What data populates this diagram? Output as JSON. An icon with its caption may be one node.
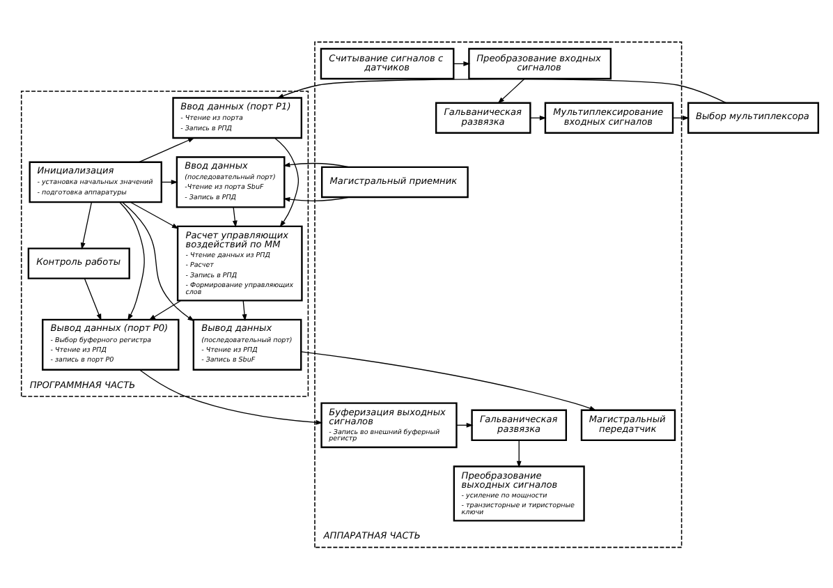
{
  "diagram": {
    "nodes": [
      {
        "text": [
          "АППАРАТНАЯ ЧАСТЬ"
        ]
      },
      {
        "text": [
          "ПРОГРАММНАЯ ЧАСТЬ"
        ]
      },
      {
        "text": [
          "Гальваническая развязка"
        ],
        "in": 0
      },
      {
        "text": [
          "Мультиплексирование входных сигналов"
        ],
        "in": 0
      },
      {
        "text": [
          "Выбор мультиплексора"
        ]
      },
      {
        "text": [
          "Ввод данных (порт P1)",
          "- Чтение из порта",
          "- Запись в РПД"
        ],
        "in": 1
      },
      {
        "text": [
          "Преобразование входных сигналов"
        ],
        "in": 0
      },
      {
        "text": [
          "Ввод данных",
          "(последовательный порт)",
          "-Чтение из порта SbuF",
          "- Запись в РПД"
        ],
        "in": 1
      },
      {
        "text": [
          "Считывание сигналов с датчиков"
        ],
        "in": 0
      },
      {
        "text": [
          "Магистральный приемник"
        ],
        "in": 0
      },
      {
        "text": [
          "Расчет управляющих воздействий по ММ",
          "- Чтение данных из РПД",
          "- Расчет",
          "- Запись в РПД",
          "- Формирование управляющих слов"
        ],
        "in": 1
      },
      {
        "text": [
          "Инициализация",
          "- установка начальных значений",
          "- подготовка аппаратуры"
        ],
        "in": 1
      },
      {
        "text": [
          "Магистральный передатчик"
        ],
        "in": 0
      },
      {
        "text": [
          "Преобразование выходных сигналов",
          "- усиление по мощности",
          "- транзисторные и тиристорные ключи"
        ],
        "in": 0
      },
      {
        "text": [
          "Вывод данных",
          "(последовательный порт)",
          "- Чтение из РПД",
          "- Запись в SbuF"
        ],
        "in": 1
      },
      {
        "text": [
          "Контроль работы"
        ],
        "in": 1
      },
      {
        "text": [
          "Гальваническая развязка"
        ],
        "in": 0
      },
      {
        "text": [
          "Буферизация выходных сигналов",
          "- Запись во внешний буферный регистр"
        ],
        "in": 0
      },
      {
        "text": [
          "Вывод данных (порт P0)",
          "- Выбор буферного регистра",
          "- Чтение из РПД",
          "- запись в порт P0"
        ],
        "in": 1
      }
    ],
    "edges": [
      {
        "from": 8,
        "to": 6,
        "arrow": "to"
      },
      {
        "from": 6,
        "to": 2,
        "arrow": "to"
      },
      {
        "from": 2,
        "to": 3,
        "arrow": "to"
      },
      {
        "from": 3,
        "to": 4,
        "arrow": "to"
      },
      {
        "from": 4,
        "to": 5,
        "arrow": "to"
      },
      {
        "from": 9,
        "to": 7,
        "arrow": "to"
      },
      {
        "from": 7,
        "to": 10,
        "arrow": "to"
      },
      {
        "from": 5,
        "to": 10,
        "arrow": "to"
      },
      {
        "from": 11,
        "to": 5,
        "arrow": "to"
      },
      {
        "from": 11,
        "to": 7,
        "arrow": "to"
      },
      {
        "from": 11,
        "to": 10,
        "arrow": "to"
      },
      {
        "from": 10,
        "to": 14,
        "arrow": "to"
      },
      {
        "from": 10,
        "to": 18,
        "arrow": "to"
      },
      {
        "from": 11,
        "to": 14,
        "arrow": "to"
      },
      {
        "from": 11,
        "to": 18,
        "arrow": "to"
      },
      {
        "from": 11,
        "to": 15,
        "arrow": "to"
      },
      {
        "from": 15,
        "to": 18,
        "arrow": "to"
      },
      {
        "from": 18,
        "to": 17,
        "arrow": "to"
      },
      {
        "from": 17,
        "to": 16,
        "arrow": "to"
      },
      {
        "from": 16,
        "to": 13,
        "arrow": "to"
      },
      {
        "from": 14,
        "to": 12,
        "arrow": "to"
      }
    ]
  }
}
